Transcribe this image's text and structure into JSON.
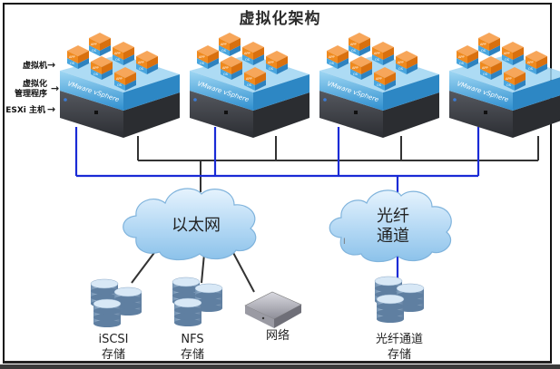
{
  "title": "虚拟化架构",
  "side_labels": {
    "vm": "虚拟机",
    "hypervisor_line1": "虚拟化",
    "hypervisor_line2": "管理程序",
    "host": "ESXi 主机"
  },
  "hosts": [
    {
      "platform_label": "VMware vSphere",
      "vm_label_app": "APP",
      "vm_label_os": "OS",
      "vm_count": 6
    },
    {
      "platform_label": "VMware vSphere",
      "vm_label_app": "APP",
      "vm_label_os": "OS",
      "vm_count": 6
    },
    {
      "platform_label": "VMware vSphere",
      "vm_label_app": "APP",
      "vm_label_os": "OS",
      "vm_count": 6
    },
    {
      "platform_label": "VMware vSphere",
      "vm_label_app": "APP",
      "vm_label_os": "OS",
      "vm_count": 6
    }
  ],
  "networks": {
    "ethernet": "以太网",
    "fibre_line1": "光纤",
    "fibre_line2": "通道"
  },
  "storage": {
    "iscsi_line1": "iSCSI",
    "iscsi_line2": "存储",
    "nfs_line1": "NFS",
    "nfs_line2": "存储",
    "network": "网络",
    "fc_line1": "光纤通道",
    "fc_line2": "存储"
  },
  "colors": {
    "ethernet_line": "#333333",
    "fibre_line": "#1a2bd6",
    "vm_orange": "#f08a1e",
    "vsphere_blue": "#3fa3dc",
    "server_dark": "#3c3f46",
    "cloud_blue": "#b9dcf5"
  }
}
